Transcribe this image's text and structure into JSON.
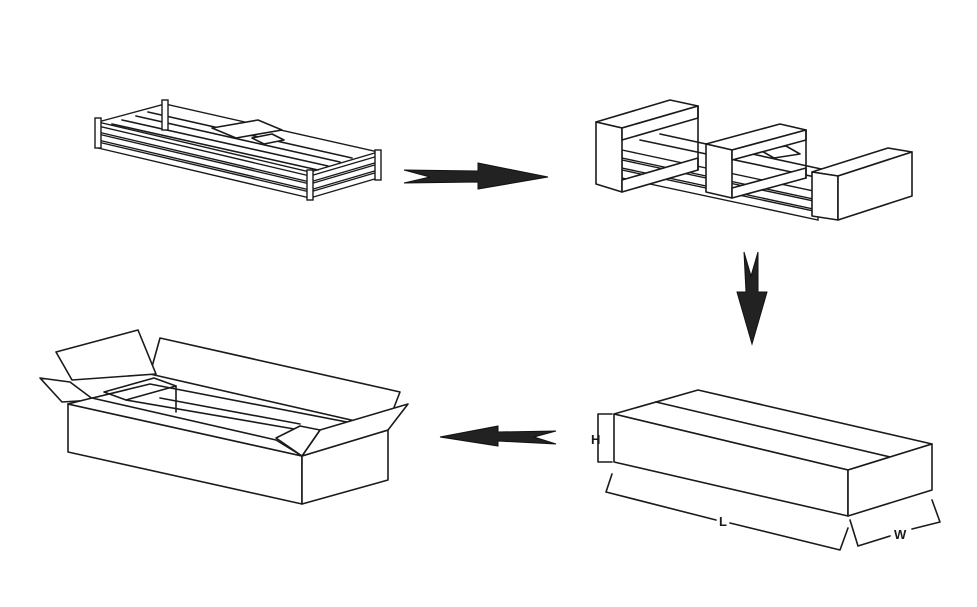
{
  "dimension_labels": {
    "height": "H",
    "length": "L",
    "width": "W"
  },
  "steps": [
    {
      "name": "step-1-product-frame",
      "icon": "light-fixture-frame-icon"
    },
    {
      "name": "step-2-foam-end-caps",
      "icon": "foam-protected-frame-icon"
    },
    {
      "name": "step-3-sealed-box",
      "icon": "closed-carton-icon"
    },
    {
      "name": "step-4-open-box",
      "icon": "open-carton-icon"
    }
  ],
  "colors": {
    "line": "#1a1a1a",
    "arrow": "#222222",
    "background": "#ffffff"
  }
}
